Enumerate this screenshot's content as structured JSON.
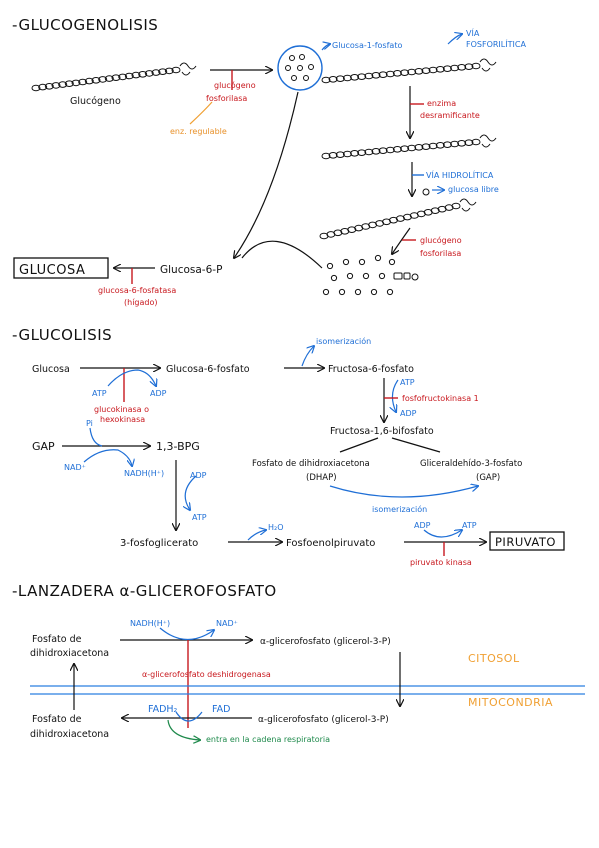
{
  "sections": {
    "glucogenolisis": {
      "title": "-GLUCOGENOLISIS",
      "glucogeno": "Glucógeno",
      "enzyme": "glucógeno",
      "enzyme2": "fosforilasa",
      "regulable": "enz. regulable",
      "g1p": "Glucosa-1-fosfato",
      "via_fosforilitica_1": "VÍA",
      "via_fosforilitica_2": "FOSFORILÍTICA",
      "desram_1": "enzima",
      "desram_2": "desramificante",
      "via_hidrolitica": "VÍA HIDROLÍTICA",
      "glucosa_libre": "glucosa libre",
      "fosforilasa_1": "glucógeno",
      "fosforilasa_2": "fosforilasa",
      "g6p": "Glucosa-6-P",
      "glucosa_box": "GLUCOSA",
      "g6pasa_1": "glucosa-6-fosfatasa",
      "g6pasa_2": "(hígado)"
    },
    "glucolisis": {
      "title": "-GLUCOLISIS",
      "glucosa": "Glucosa",
      "g6f": "Glucosa-6-fosfato",
      "isomerizacion": "isomerización",
      "f6f": "Fructosa-6-fosfato",
      "atp1": "ATP",
      "adp1": "ADP",
      "glucoquinasa_1": "glucokinasa o",
      "glucoquinasa_2": "hexokinasa",
      "atp2": "ATP",
      "pfk": "fosfofructokinasa 1",
      "adp2": "ADP",
      "f16bf": "Fructosa-1,6-bifosfato",
      "dhap_1": "Fosfato de dihidroxiacetona",
      "dhap_2": "(DHAP)",
      "gap_1": "Gliceraldehído-3-fosfato",
      "gap_2": "(GAP)",
      "isomerizacion2": "isomerización",
      "gap": "GAP",
      "pi": "Pi",
      "nad": "NAD⁺",
      "nadh": "NADH(H⁺)",
      "bpg": "1,3-BPG",
      "adp3": "ADP",
      "atp3": "ATP",
      "pg3": "3-fosfoglicerato",
      "h2o": "H₂O",
      "pep": "Fosfoenolpiruvato",
      "adp4": "ADP",
      "atp4": "ATP",
      "piruvato": "PIRUVATO",
      "piruvato_kinasa": "piruvato kinasa"
    },
    "lanzadera": {
      "title": "-LANZADERA α-GLICEROFOSFATO",
      "nadh": "NADH(H⁺)",
      "nad": "NAD⁺",
      "dhap_top_1": "Fosfato de",
      "dhap_top_2": "dihidroxiacetona",
      "g3p_top": "α-glicerofosfato (glicerol-3-P)",
      "enzyme": "α-glicerofosfato deshidrogenasa",
      "citosol": "CITOSOL",
      "mitocondria": "MITOCONDRIA",
      "fadh2": "FADH₂",
      "fad": "FAD",
      "dhap_bot_1": "Fosfato de",
      "dhap_bot_2": "dihidroxiacetona",
      "g3p_bot": "α-glicerofosfato (glicerol-3-P)",
      "cadena": "entra en la cadena respiratoria"
    }
  },
  "colors": {
    "black": "#111111",
    "blue": "#1f6fd6",
    "red": "#c8181e",
    "orange": "#f0a033",
    "green": "#1f8a4c",
    "membrane": "#2b7fe0"
  }
}
